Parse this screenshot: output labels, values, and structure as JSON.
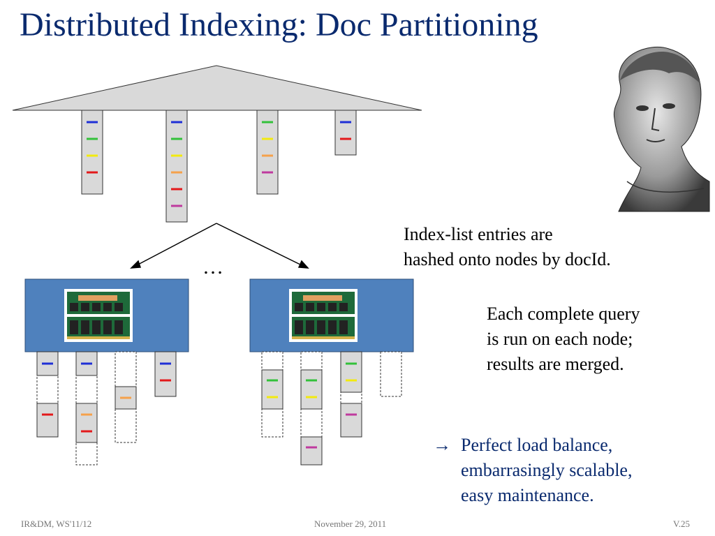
{
  "slide": {
    "title": "Distributed Indexing: Doc Partitioning",
    "note1": [
      "Index-list entries are",
      "hashed onto nodes by docId."
    ],
    "note2": [
      "Each complete query",
      "is run on each node;",
      "results are merged."
    ],
    "bullet_arrow": "→",
    "bullet_lines": [
      "Perfect load balance,",
      "embarrasingly scalable,",
      "easy maintenance."
    ],
    "ellipsis": "…",
    "footer": {
      "left": "IR&DM, WS'11/12",
      "center": "November 29, 2011",
      "right": "V.25"
    }
  },
  "colors": {
    "title": "#0a2a6e",
    "tree_fill": "#d9d9d9",
    "node_fill": "#4f81bd",
    "entry_blue": "#1f2fd6",
    "entry_green": "#33c13a",
    "entry_yellow": "#f2ea0f",
    "entry_orange": "#f5a14b",
    "entry_red": "#e3191b",
    "entry_magenta": "#bf3a9e"
  },
  "icons": {
    "memory": "ram-module-icon",
    "bust": "greek-bust-icon"
  }
}
